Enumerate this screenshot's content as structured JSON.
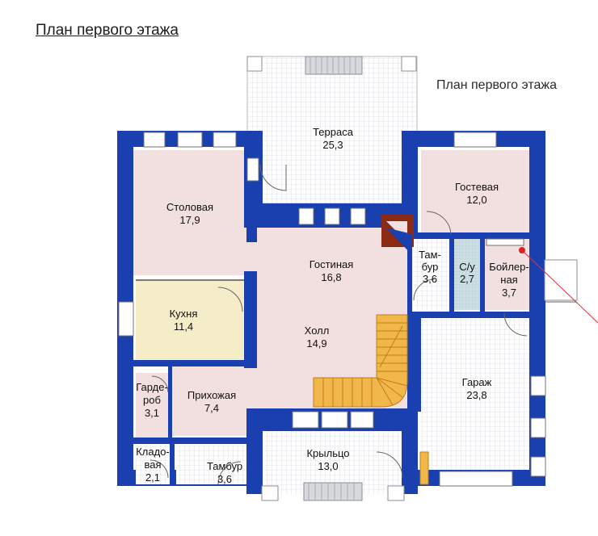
{
  "heading": "План первого этажа",
  "caption": "План первого этажа",
  "colors": {
    "wall": "#1a3fae",
    "grid_line": "#c9cdd2",
    "pink_room": "#f2dfe0",
    "kitchen": "#f5ecc8",
    "stairs": "#f2b74a",
    "sanitary": "#cfe0e4",
    "chimney": "#8b2b16",
    "window": "#ffffff"
  },
  "rooms": {
    "terrace": {
      "name": "Терраса",
      "area": "25,3"
    },
    "dining": {
      "name": "Столовая",
      "area": "17,9"
    },
    "guest": {
      "name": "Гостевая",
      "area": "12,0"
    },
    "living": {
      "name": "Гостиная",
      "area": "16,8"
    },
    "vestibule_right": {
      "name1": "Там-",
      "name2": "бур",
      "area": "3,6"
    },
    "wc": {
      "name": "С/у",
      "area": "2,7"
    },
    "boiler": {
      "name1": "Бойлер-",
      "name2": "ная",
      "area": "3,7"
    },
    "kitchen": {
      "name": "Кухня",
      "area": "11,4"
    },
    "hall": {
      "name": "Холл",
      "area": "14,9"
    },
    "garage": {
      "name": "Гараж",
      "area": "23,8"
    },
    "wardrobe": {
      "name1": "Гарде-",
      "name2": "роб",
      "area": "3,1"
    },
    "hallway": {
      "name": "Прихожая",
      "area": "7,4"
    },
    "storage": {
      "name1": "Кладо-",
      "name2": "вая",
      "area": "2,1"
    },
    "vestibule_bottom": {
      "name": "Тамбур",
      "area": "3,6"
    },
    "porch": {
      "name": "Крыльцо",
      "area": "13,0"
    }
  }
}
